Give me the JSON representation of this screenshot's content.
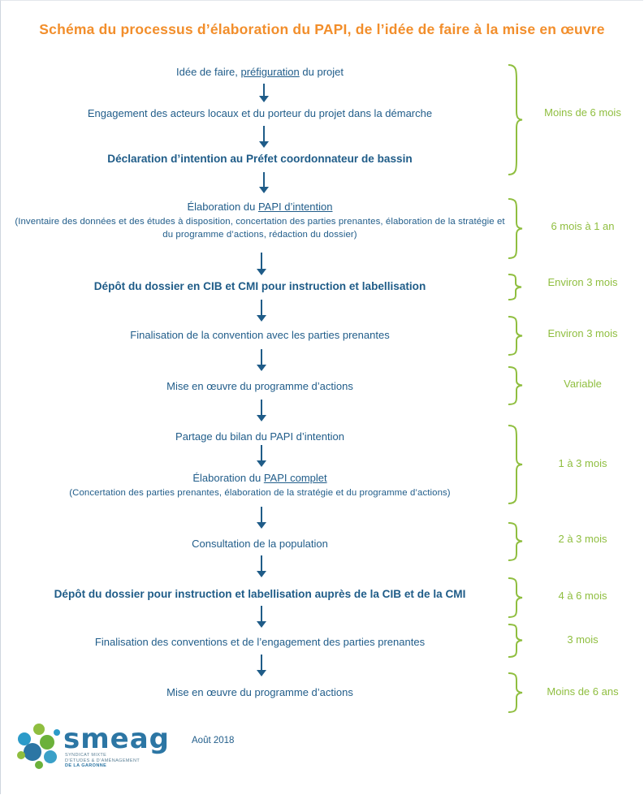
{
  "title": "Schéma du processus d’élaboration du PAPI, de l’idée de faire à la mise en œuvre",
  "steps": [
    {
      "pre": "Idée de faire, ",
      "link": "préfiguration",
      "post": " du projet"
    },
    {
      "text": "Engagement des acteurs locaux et du porteur du projet dans la démarche"
    },
    {
      "text": "Déclaration d’intention au Préfet coordonnateur de bassin"
    },
    {
      "pre": "Élaboration du ",
      "link": "PAPI d’intention",
      "post": "",
      "detail": "(Inventaire des données et des études à disposition, concertation des parties prenantes, élaboration de la stratégie et du programme d’actions, rédaction du dossier)"
    },
    {
      "text": "Dépôt du dossier en CIB et CMI pour instruction et labellisation"
    },
    {
      "text": "Finalisation de la convention avec les parties prenantes"
    },
    {
      "text": "Mise en œuvre du programme d’actions"
    },
    {
      "text": "Partage du bilan du PAPI d’intention"
    },
    {
      "pre": "Élaboration du ",
      "link": "PAPI complet",
      "post": "",
      "detail": "(Concertation des parties prenantes, élaboration de la stratégie et du programme d’actions)"
    },
    {
      "text": "Consultation de la population"
    },
    {
      "text": "Dépôt du dossier pour instruction et labellisation auprès de la CIB et de la CMI"
    },
    {
      "text": "Finalisation des conventions et de l’engagement des parties prenantes"
    },
    {
      "text": "Mise en œuvre du programme d’actions"
    }
  ],
  "durations": [
    "Moins de 6 mois",
    "6 mois à 1 an",
    "Environ 3 mois",
    "Environ 3 mois",
    "Variable",
    "1 à 3 mois",
    "2 à 3 mois",
    "4 à 6 mois",
    "3 mois",
    "Moins de 6 ans"
  ],
  "footer": {
    "logo_word": "smeag",
    "logo_lines": [
      "SYNDICAT MIXTE",
      "D’ÉTUDES & D’AMÉNAGEMENT",
      "DE LA GARONNE"
    ],
    "date": "Août 2018"
  },
  "colors": {
    "title": "#f28e2b",
    "text": "#1f5c88",
    "duration": "#8fbe3f",
    "logo": "#2c76a4"
  }
}
